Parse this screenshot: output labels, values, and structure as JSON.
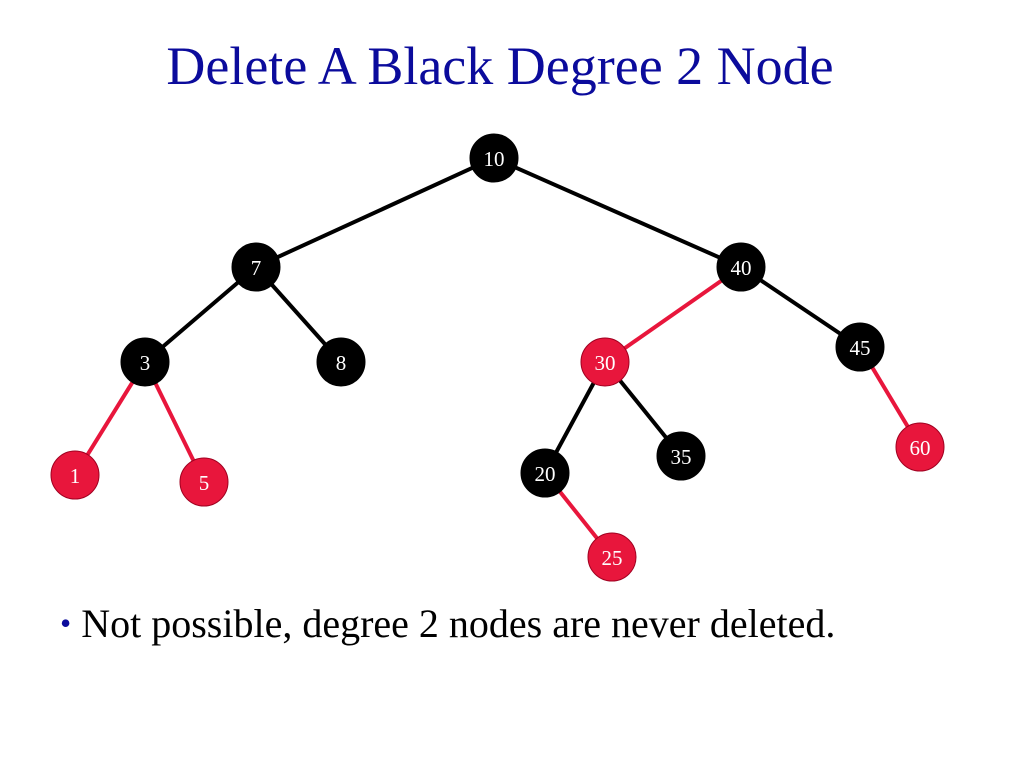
{
  "title": "Delete A Black Degree 2 Node",
  "colors": {
    "title": "#0b0b9c",
    "black_node": "#000000",
    "red_node": "#e8163c",
    "black_edge": "#000000",
    "red_edge": "#e8163c",
    "label_on_black": "#ffffff",
    "label_on_red": "#ffffff"
  },
  "tree": {
    "nodes": [
      {
        "id": "n10",
        "label": "10",
        "color": "black"
      },
      {
        "id": "n7",
        "label": "7",
        "color": "black"
      },
      {
        "id": "n40",
        "label": "40",
        "color": "black"
      },
      {
        "id": "n3",
        "label": "3",
        "color": "black"
      },
      {
        "id": "n8",
        "label": "8",
        "color": "black"
      },
      {
        "id": "n30",
        "label": "30",
        "color": "red"
      },
      {
        "id": "n45",
        "label": "45",
        "color": "black"
      },
      {
        "id": "n1",
        "label": "1",
        "color": "red"
      },
      {
        "id": "n5",
        "label": "5",
        "color": "red"
      },
      {
        "id": "n20",
        "label": "20",
        "color": "black"
      },
      {
        "id": "n35",
        "label": "35",
        "color": "black"
      },
      {
        "id": "n60",
        "label": "60",
        "color": "red"
      },
      {
        "id": "n25",
        "label": "25",
        "color": "red"
      }
    ],
    "edges": [
      {
        "from": "n10",
        "to": "n7",
        "color": "black"
      },
      {
        "from": "n10",
        "to": "n40",
        "color": "black"
      },
      {
        "from": "n7",
        "to": "n3",
        "color": "black"
      },
      {
        "from": "n7",
        "to": "n8",
        "color": "black"
      },
      {
        "from": "n40",
        "to": "n30",
        "color": "red"
      },
      {
        "from": "n40",
        "to": "n45",
        "color": "black"
      },
      {
        "from": "n3",
        "to": "n1",
        "color": "red"
      },
      {
        "from": "n3",
        "to": "n5",
        "color": "red"
      },
      {
        "from": "n30",
        "to": "n20",
        "color": "black"
      },
      {
        "from": "n30",
        "to": "n35",
        "color": "black"
      },
      {
        "from": "n45",
        "to": "n60",
        "color": "red"
      },
      {
        "from": "n20",
        "to": "n25",
        "color": "red"
      }
    ]
  },
  "bullets": [
    {
      "marker": "•",
      "text": "Not possible, degree 2 nodes are never deleted."
    }
  ]
}
